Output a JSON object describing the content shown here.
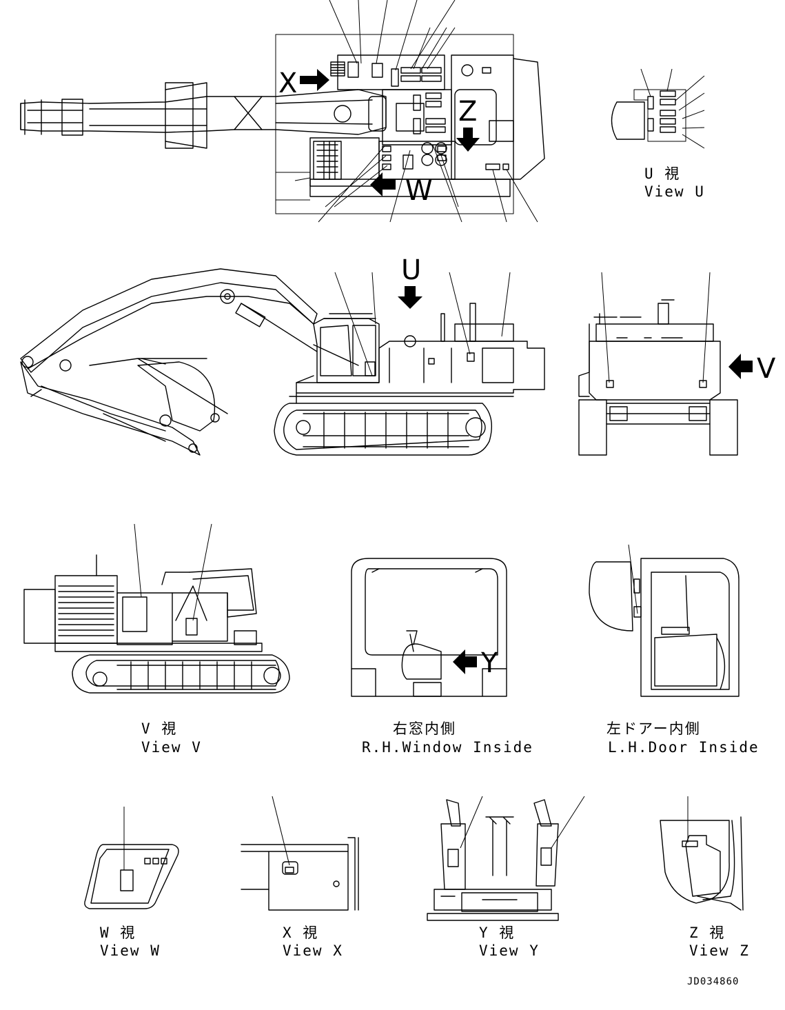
{
  "drawing": {
    "views": {
      "u": {
        "jp": "U 視",
        "en": "View U"
      },
      "v": {
        "jp": "V 視",
        "en": "View V"
      },
      "rh": {
        "jp": "右窓内側",
        "en": "R.H.Window Inside"
      },
      "lh": {
        "jp": "左ドアー内側",
        "en": "L.H.Door Inside"
      },
      "w": {
        "jp": "W 視",
        "en": "View W"
      },
      "x": {
        "jp": "X 視",
        "en": "View X"
      },
      "y": {
        "jp": "Y 視",
        "en": "View Y"
      },
      "z": {
        "jp": "Z 視",
        "en": "View Z"
      }
    },
    "markers": {
      "x": "X",
      "z": "Z",
      "w": "W",
      "u": "U",
      "v": "V",
      "y": "Y"
    },
    "drawing_number": "JD034860"
  }
}
